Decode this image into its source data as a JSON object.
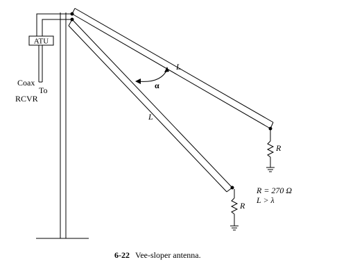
{
  "labels": {
    "atu": "ATU",
    "coax": "Coax",
    "to": "To",
    "rcvr": "RCVR",
    "element_length_upper": "L",
    "element_length_lower": "L",
    "angle": "α",
    "resistor_upper": "R",
    "resistor_lower": "R",
    "note_resistance": "R = 270 Ω",
    "note_length": "L > λ"
  },
  "caption": {
    "number": "6-22",
    "text": "Vee-sloper antenna."
  }
}
